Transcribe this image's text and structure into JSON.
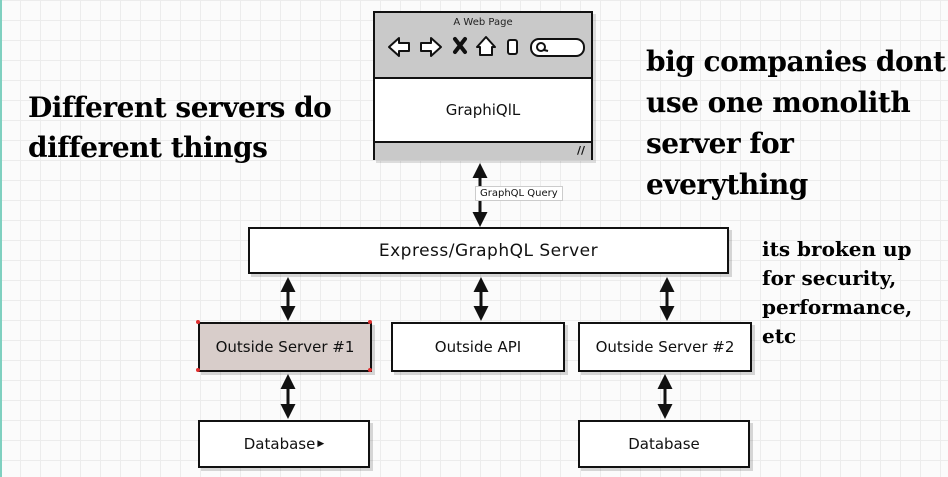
{
  "notes": {
    "left": [
      "Different servers do",
      "different things"
    ],
    "right": [
      "big companies dont",
      "use one monolith",
      "server for",
      "everything"
    ],
    "small": [
      "its broken up",
      "for security,",
      "performance,",
      "etc"
    ]
  },
  "browser": {
    "window_title": "A Web Page",
    "content_label": "GraphiQlL",
    "toolbar_icons": [
      "back-arrow-icon",
      "forward-arrow-icon",
      "close-icon",
      "home-icon",
      "bookmark-icon",
      "search-field-icon"
    ]
  },
  "edge_label": "GraphQL Query",
  "server_box": "Express/GraphQL Server",
  "services": {
    "server1": "Outside Server #1",
    "api": "Outside API",
    "server2": "Outside Server #2"
  },
  "databases": {
    "db1": "Database",
    "db2": "Database"
  }
}
